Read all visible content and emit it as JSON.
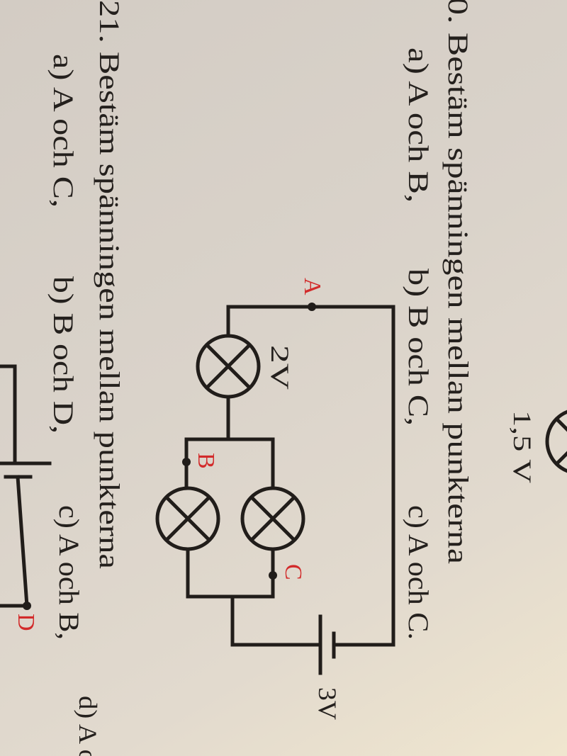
{
  "question_20": {
    "title": "0. Bestäm spänningen mellan punkterna",
    "options": [
      "a) A och B,",
      "b) B och C,",
      "c) A och C."
    ]
  },
  "question_21": {
    "title": "21. Bestäm spänningen mellan punkterna",
    "options": [
      "a) A och C,",
      "b) B och D,",
      "c) A och B,",
      "d) A o"
    ]
  },
  "circuit_top": {
    "lamp_voltage": "1,5 V"
  },
  "circuit_main": {
    "points": [
      "A",
      "B",
      "C"
    ],
    "lamp_voltage": "2V",
    "battery_voltage": "3V"
  },
  "circuit_bottom": {
    "points": [
      "D"
    ]
  },
  "colors": {
    "ink": "#211d1a",
    "point_label": "#d22b2b",
    "paper": "#dad3ca"
  }
}
